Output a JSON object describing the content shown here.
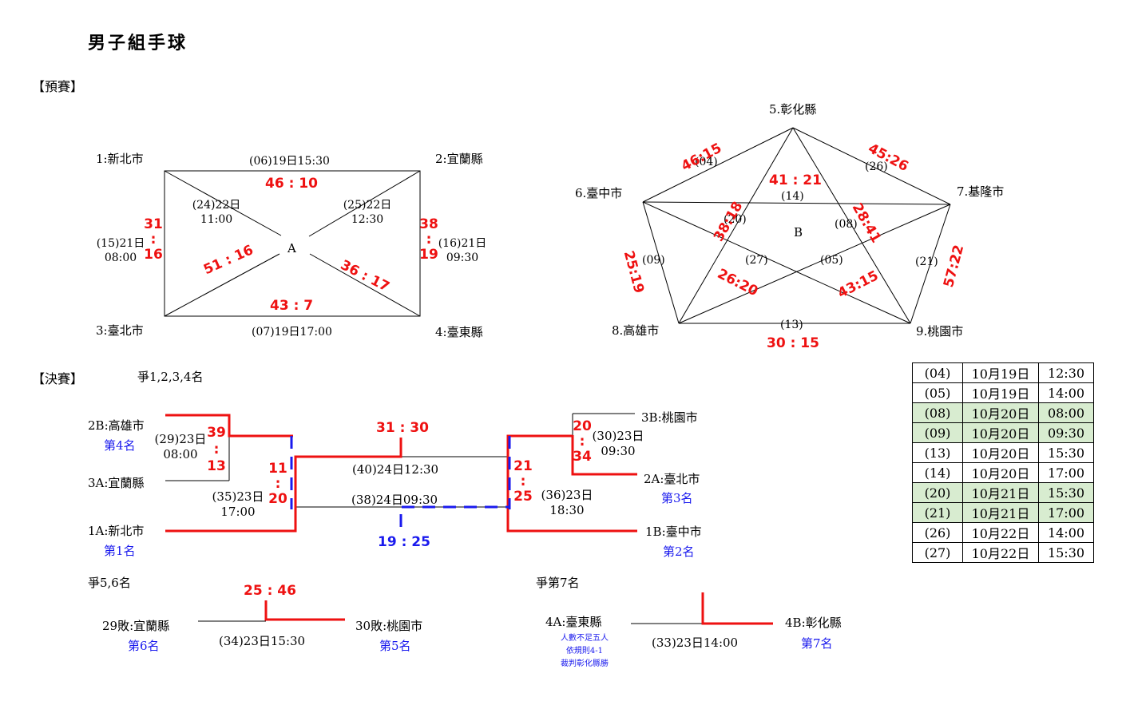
{
  "title": "男子組手球",
  "prelim": {
    "heading": "【預賽】",
    "group_a": {
      "label": "A",
      "teams": [
        "1:新北市",
        "2:宜蘭縣",
        "3:臺北市",
        "4:臺東縣"
      ],
      "g06": {
        "info": "(06)19日15:30",
        "score": "46 : 10"
      },
      "g07": {
        "info": "(07)19日17:00",
        "score": "43 : 7"
      },
      "g15": {
        "info1": "(15)21日",
        "info2": "08:00",
        "s1": "31",
        "sep": ":",
        "s2": "16"
      },
      "g16": {
        "info1": "(16)21日",
        "info2": "09:30",
        "s1": "38",
        "sep": ":",
        "s2": "19"
      },
      "g24": {
        "info1": "(24)22日",
        "info2": "11:00",
        "score": "51 : 16"
      },
      "g25": {
        "info1": "(25)22日",
        "info2": "12:30",
        "score": "36 : 17"
      }
    },
    "group_b": {
      "label": "B",
      "teams": [
        "5.彰化縣",
        "6.臺中市",
        "7.基隆市",
        "8.高雄市",
        "9.桃園市"
      ],
      "games": [
        {
          "no": "(04)",
          "score": "46:15"
        },
        {
          "no": "(26)",
          "score": "45:26"
        },
        {
          "no": "(14)",
          "score": "41 : 21"
        },
        {
          "no": "(20)",
          "score": "38:18"
        },
        {
          "no": "(08)",
          "score": "28:41"
        },
        {
          "no": "(09)",
          "score": "25:19"
        },
        {
          "no": "(21)",
          "score": "57:22"
        },
        {
          "no": "(27)",
          "score": "26:20"
        },
        {
          "no": "(05)",
          "score": "43:15"
        },
        {
          "no": "(13)",
          "score": "30 : 15"
        }
      ]
    }
  },
  "finals": {
    "heading": "【決賽】",
    "subheading": "爭1,2,3,4名",
    "left": {
      "t2b": "2B:高雄市",
      "t2b_rank": "第4名",
      "t3a": "3A:宜蘭縣",
      "t1a": "1A:新北市",
      "t1a_rank": "第1名",
      "g29": {
        "info1": "(29)23日",
        "info2": "08:00",
        "s1": "39",
        "sep": ":",
        "s2": "13"
      },
      "g35": {
        "info1": "(35)23日",
        "info2": "17:00",
        "s1": "11",
        "sep": ":",
        "s2": "20"
      }
    },
    "right": {
      "t3b": "3B:桃園市",
      "t2a": "2A:臺北市",
      "t2a_rank": "第3名",
      "t1b": "1B:臺中市",
      "t1b_rank": "第2名",
      "g30": {
        "info1": "(30)23日",
        "info2": "09:30",
        "s1": "20",
        "sep": ":",
        "s2": "34"
      },
      "g36": {
        "info1": "(36)23日",
        "info2": "18:30",
        "s1": "21",
        "sep": ":",
        "s2": "25"
      }
    },
    "g40": {
      "info": "(40)24日12:30",
      "score": "31 : 30"
    },
    "g38": {
      "info": "(38)24日09:30",
      "score": "19 : 25"
    },
    "p56": {
      "heading": "爭5,6名",
      "left": "29敗:宜蘭縣",
      "left_rank": "第6名",
      "right": "30敗:桃園市",
      "right_rank": "第5名",
      "info": "(34)23日15:30",
      "score": "25 : 46"
    },
    "p7": {
      "heading": "爭第7名",
      "left": "4A:臺東縣",
      "note": [
        "人數不足五人",
        "依規則4-1",
        "裁判彰化縣勝"
      ],
      "right": "4B:彰化縣",
      "right_rank": "第7名",
      "info": "(33)23日14:00"
    }
  },
  "schedule": [
    {
      "game": "(04)",
      "date": "10月19日",
      "time": "12:30",
      "highlight": false
    },
    {
      "game": "(05)",
      "date": "10月19日",
      "time": "14:00",
      "highlight": false
    },
    {
      "game": "(08)",
      "date": "10月20日",
      "time": "08:00",
      "highlight": true
    },
    {
      "game": "(09)",
      "date": "10月20日",
      "time": "09:30",
      "highlight": true
    },
    {
      "game": "(13)",
      "date": "10月20日",
      "time": "15:30",
      "highlight": false
    },
    {
      "game": "(14)",
      "date": "10月20日",
      "time": "17:00",
      "highlight": false
    },
    {
      "game": "(20)",
      "date": "10月21日",
      "time": "15:30",
      "highlight": true
    },
    {
      "game": "(21)",
      "date": "10月21日",
      "time": "17:00",
      "highlight": true
    },
    {
      "game": "(26)",
      "date": "10月22日",
      "time": "14:00",
      "highlight": false
    },
    {
      "game": "(27)",
      "date": "10月22日",
      "time": "15:30",
      "highlight": false
    }
  ],
  "colors": {
    "win": "#ee1111",
    "loss": "#1a1aee",
    "highlight_row": "#d8ecd0"
  }
}
